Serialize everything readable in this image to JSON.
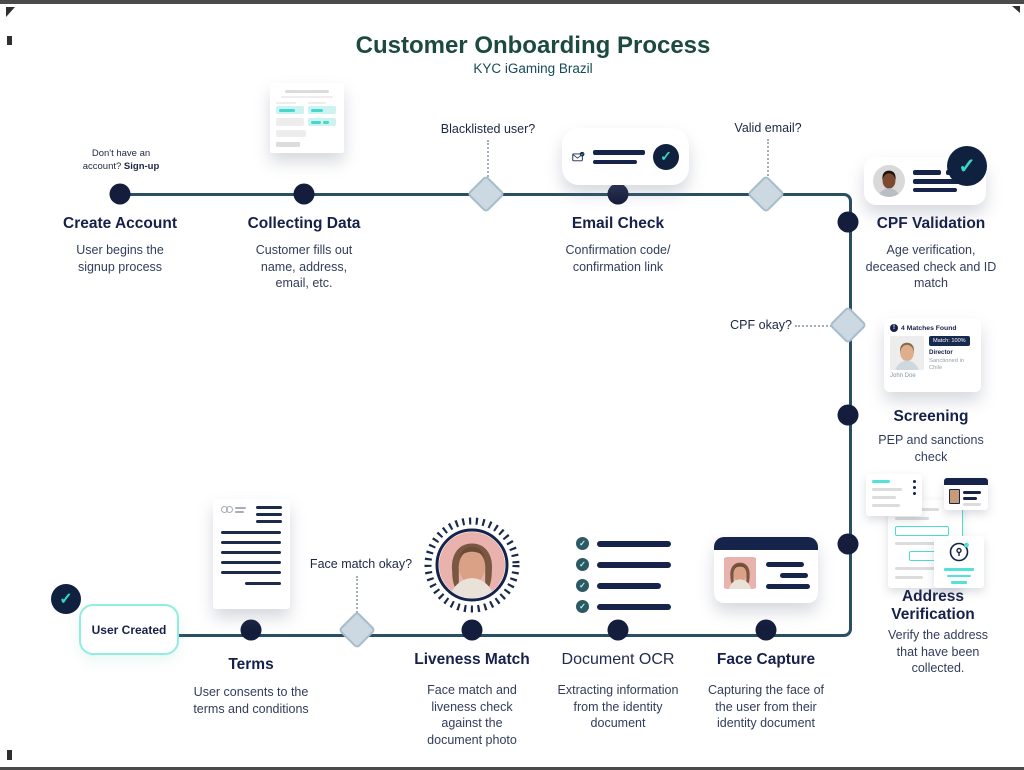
{
  "title": {
    "heading": "Customer Onboarding Process",
    "subheading": "KYC iGaming Brazil"
  },
  "signup_note": {
    "line1": "Don't have an",
    "line2_prefix": "account?",
    "line2_bold": "Sign-up"
  },
  "steps": [
    {
      "id": "create-account",
      "label": "Create Account",
      "description": "User begins the signup process"
    },
    {
      "id": "collecting-data",
      "label": "Collecting Data",
      "description": "Customer fills out name, address, email, etc."
    },
    {
      "id": "email-check",
      "label": "Email Check",
      "description": "Confirmation code/ confirmation link"
    },
    {
      "id": "cpf-validation",
      "label": "CPF Validation",
      "description": "Age verification, deceased check and ID match"
    },
    {
      "id": "screening",
      "label": "Screening",
      "description": "PEP and sanctions check"
    },
    {
      "id": "address-verification",
      "label": "Address Verification",
      "description": "Verify the address that have been collected."
    },
    {
      "id": "face-capture",
      "label": "Face Capture",
      "description": "Capturing the face of the user from their identity document"
    },
    {
      "id": "document-ocr",
      "label": "Document OCR",
      "description": "Extracting information from the identity document"
    },
    {
      "id": "liveness-match",
      "label": "Liveness Match",
      "description": "Face match and liveness check against the document photo"
    },
    {
      "id": "terms",
      "label": "Terms",
      "description": "User consents to the terms and conditions"
    }
  ],
  "decisions": [
    {
      "label": "Blacklisted user?"
    },
    {
      "label": "Valid email?"
    },
    {
      "label": "CPF okay?"
    },
    {
      "label": "Face match okay?"
    }
  ],
  "user_created_badge": {
    "label": "User Created"
  },
  "screening_card": {
    "header": "4 Matches Found",
    "match_badge": "Match: 100%",
    "role": "Director",
    "sanction_line1": "Sanctioned in",
    "sanction_line2": "Chile",
    "name": "John Doe"
  },
  "icons": {
    "check": "✓",
    "alert": "!"
  },
  "colors": {
    "accent_teal": "#38d6c3",
    "navy": "#141d3c",
    "flow_line": "#2a4f63",
    "title_green": "#1c4a40",
    "subtitle_teal": "#164a5a",
    "diamond_fill": "#cdd9e2",
    "user_created_border": "#8fefde"
  }
}
